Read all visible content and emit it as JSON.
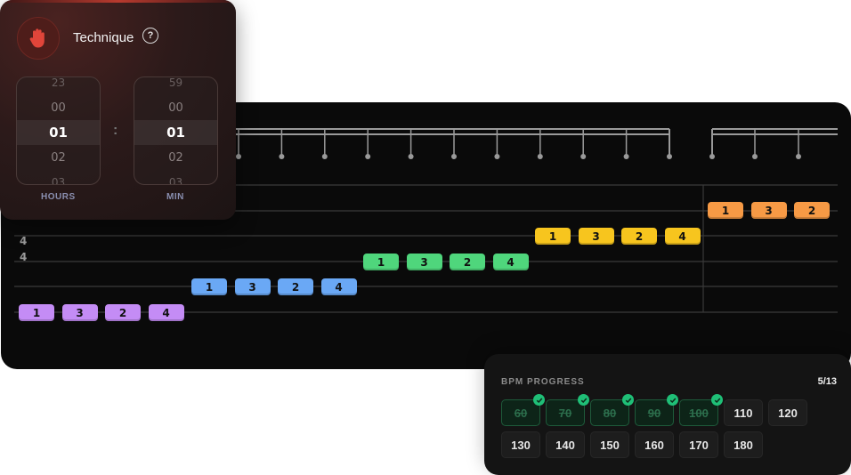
{
  "technique": {
    "title": "Technique",
    "help_icon": "?",
    "icon": "hand-icon",
    "hours_label": "HOURS",
    "min_label": "MIN",
    "separator": ":",
    "hours_wheel": [
      "23",
      "00",
      "01",
      "02",
      "03"
    ],
    "min_wheel": [
      "59",
      "00",
      "01",
      "02",
      "03"
    ],
    "hours_selected": "01",
    "min_selected": "01"
  },
  "tab": {
    "time_signature": [
      "4",
      "4"
    ],
    "colors": {
      "purple": "#c48cf5",
      "blue": "#6aa8f5",
      "green": "#4fd67c",
      "yellow": "#f7c51e",
      "orange": "#f79a45"
    },
    "groups": [
      {
        "color": "purple",
        "notes": [
          "1",
          "3",
          "2",
          "4"
        ]
      },
      {
        "color": "blue",
        "notes": [
          "1",
          "3",
          "2",
          "4"
        ]
      },
      {
        "color": "green",
        "notes": [
          "1",
          "3",
          "2",
          "4"
        ]
      },
      {
        "color": "yellow",
        "notes": [
          "1",
          "3",
          "2",
          "4"
        ]
      },
      {
        "color": "orange",
        "notes": [
          "1",
          "3",
          "2"
        ]
      }
    ]
  },
  "bpm": {
    "title": "BPM PROGRESS",
    "count": "5/13",
    "values": [
      {
        "v": "60",
        "done": true
      },
      {
        "v": "70",
        "done": true
      },
      {
        "v": "80",
        "done": true
      },
      {
        "v": "90",
        "done": true
      },
      {
        "v": "100",
        "done": true
      },
      {
        "v": "110",
        "done": false
      },
      {
        "v": "120",
        "done": false
      },
      {
        "v": "130",
        "done": false
      },
      {
        "v": "140",
        "done": false
      },
      {
        "v": "150",
        "done": false
      },
      {
        "v": "160",
        "done": false
      },
      {
        "v": "170",
        "done": false
      },
      {
        "v": "180",
        "done": false
      }
    ]
  }
}
